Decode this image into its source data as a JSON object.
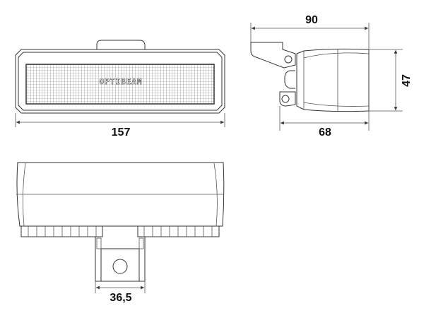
{
  "dimensions": {
    "width": "157",
    "depth": "90",
    "height": "47",
    "body_depth": "68",
    "bracket_width": "36,5"
  },
  "brand": "OPTIBEAM"
}
